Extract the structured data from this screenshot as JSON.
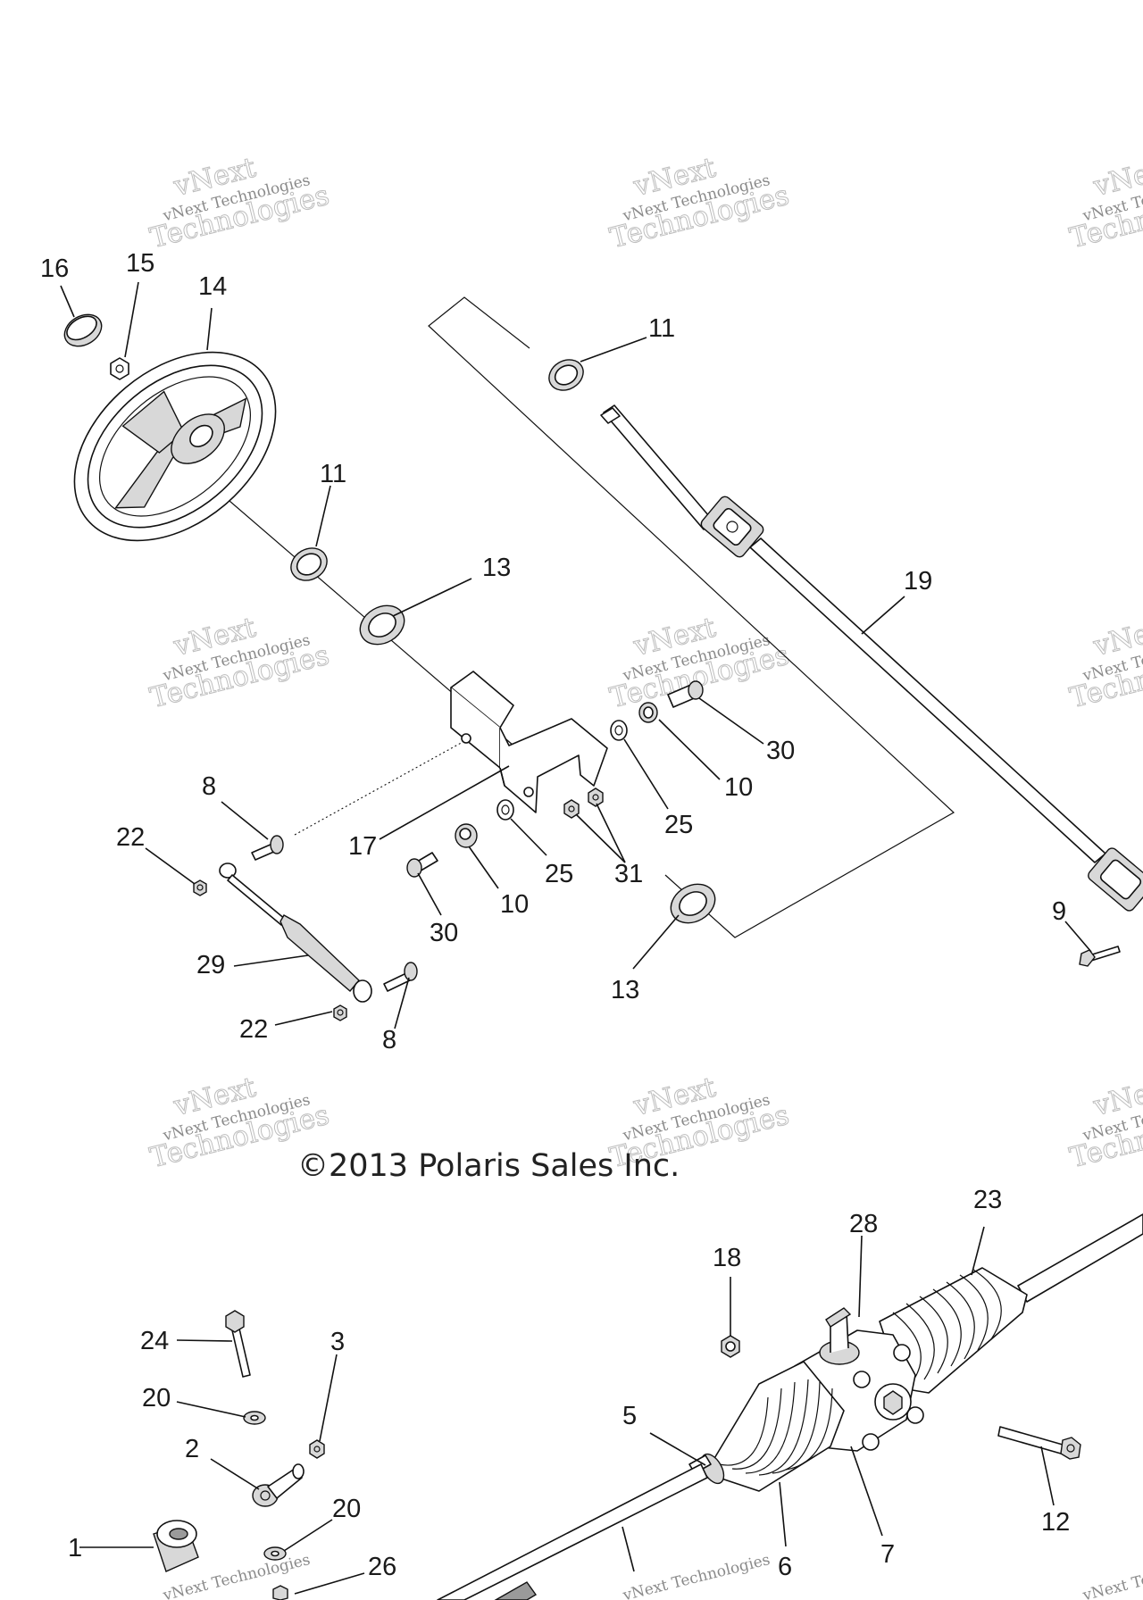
{
  "copyright": "©2013 Polaris Sales Inc.",
  "watermark": {
    "line1": "vNext",
    "line2": "vNext Technologies",
    "line3": "Technologies"
  },
  "callouts": {
    "c16": "16",
    "c15": "15",
    "c14": "14",
    "c11a": "11",
    "c11b": "11",
    "c13a": "13",
    "c13b": "13",
    "c19": "19",
    "c30a": "30",
    "c30b": "30",
    "c10a": "10",
    "c10b": "10",
    "c25a": "25",
    "c25b": "25",
    "c31": "31",
    "c17": "17",
    "c8a": "8",
    "c8b": "8",
    "c22a": "22",
    "c22b": "22",
    "c29": "29",
    "c9": "9",
    "c18": "18",
    "c28": "28",
    "c23": "23",
    "c24": "24",
    "c3": "3",
    "c20a": "20",
    "c20b": "20",
    "c2": "2",
    "c1": "1",
    "c26": "26",
    "c5": "5",
    "c6": "6",
    "c7": "7",
    "c12": "12"
  }
}
